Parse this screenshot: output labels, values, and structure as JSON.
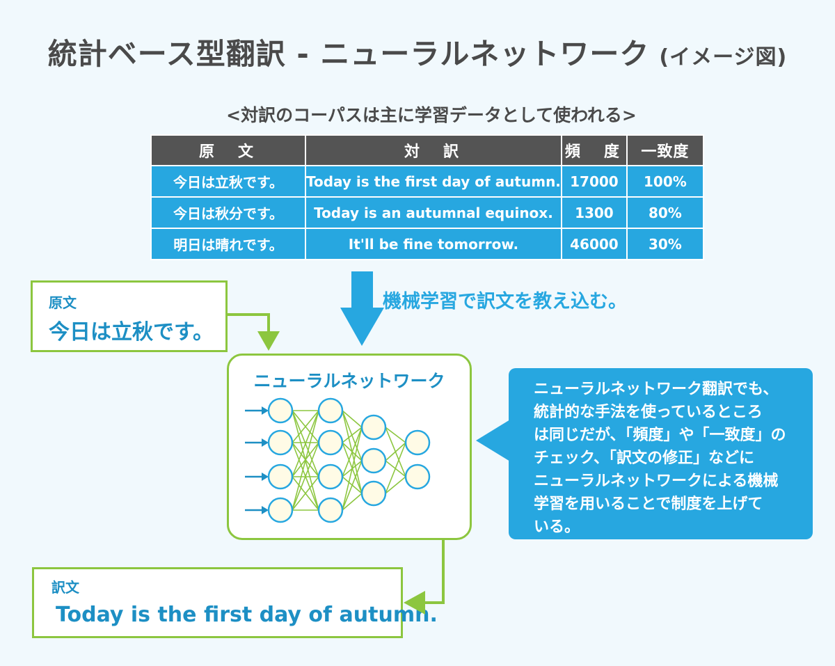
{
  "title": {
    "main": "統計ベース型翻訳 - ニューラルネットワーク",
    "sub": "(イメージ図)"
  },
  "subtitle": "<対訳のコーパスは主に学習データとして使われる>",
  "table": {
    "headers": [
      "原　文",
      "対　訳",
      "頻　度",
      "一致度"
    ],
    "rows": [
      [
        "今日は立秋です。",
        "Today is the first day of autumn.",
        "17000",
        "100%"
      ],
      [
        "今日は秋分です。",
        "Today is an autumnal equinox.",
        "1300",
        "80%"
      ],
      [
        "明日は晴れです。",
        "It'll be fine tomorrow.",
        "46000",
        "30%"
      ]
    ]
  },
  "machine_learning_label": "機械学習で訳文を教え込む。",
  "source": {
    "label": "原文",
    "text": "今日は立秋です。"
  },
  "network": {
    "title": "ニューラルネットワーク"
  },
  "target": {
    "label": "訳文",
    "text": "Today is the first day of autumn."
  },
  "callout_lines": [
    "ニューラルネットワーク翻訳でも、",
    "統計的な手法を使っているところ",
    "は同じだが、「頻度」や「一致度」の",
    "チェック、「訳文の修正」などに",
    "ニューラルネットワークによる機械",
    "学習を用いることで制度を上げて",
    "いる。"
  ],
  "colors": {
    "blue": "#27a7e0",
    "green": "#8cc63f",
    "dark": "#545454",
    "background": "#f1f9fd"
  }
}
